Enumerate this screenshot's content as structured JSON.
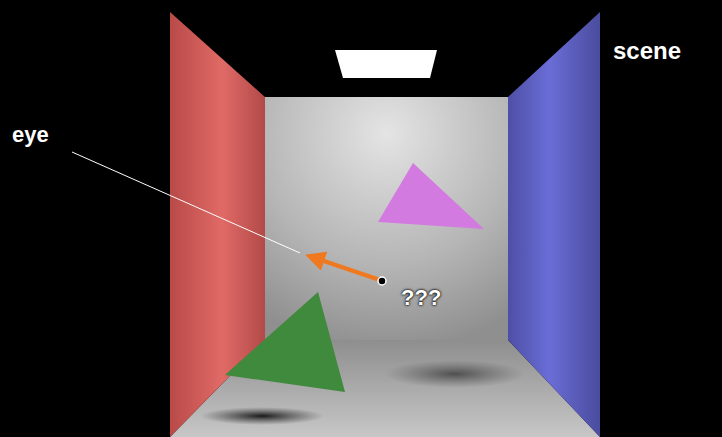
{
  "diagram": {
    "labels": [
      "scene",
      "eye",
      "???"
    ]
  }
}
